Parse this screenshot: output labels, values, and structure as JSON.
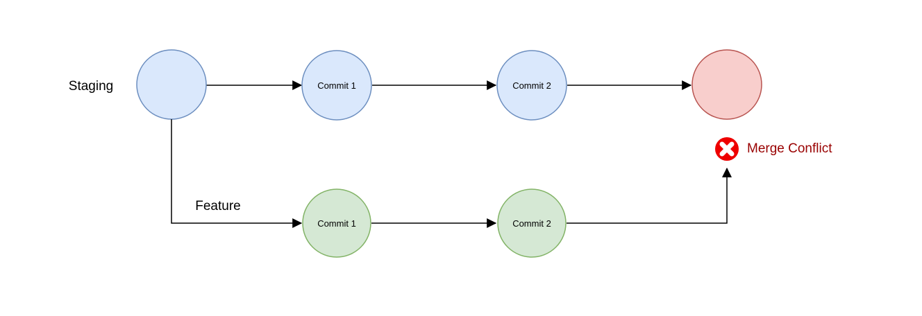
{
  "labels": {
    "staging_branch": "Staging",
    "feature_branch": "Feature",
    "merge_conflict": "Merge Conflict"
  },
  "nodes": {
    "staging_start": {
      "label": ""
    },
    "staging_commit_1": {
      "label": "Commit 1"
    },
    "staging_commit_2": {
      "label": "Commit 2"
    },
    "merge_result": {
      "label": ""
    },
    "feature_commit_1": {
      "label": "Commit 1"
    },
    "feature_commit_2": {
      "label": "Commit 2"
    }
  },
  "icons": {
    "merge_conflict_icon": "red-circle-white-x-error"
  },
  "colors": {
    "background": "#ffffff",
    "staging_fill": "#dae8fc",
    "staging_stroke": "#6c8ebf",
    "feature_fill": "#d5e8d4",
    "feature_stroke": "#82b366",
    "conflict_fill": "#f8cecc",
    "conflict_stroke": "#b85450",
    "error_icon_fill": "#ee0000",
    "error_icon_x": "#ffffff",
    "conflict_text": "#990000",
    "line": "#000000",
    "text": "#000000"
  }
}
